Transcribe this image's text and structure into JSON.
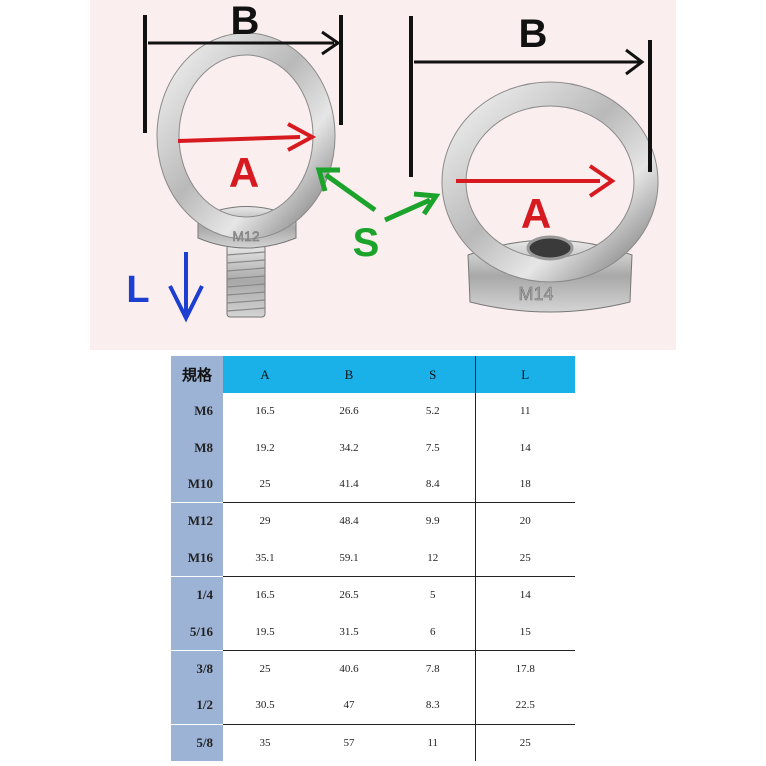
{
  "diagram": {
    "left_eyebolt": {
      "width_label": "B",
      "inner_label": "A",
      "engraving": "M12",
      "length_label": "L"
    },
    "right_eyenut": {
      "width_label": "B",
      "inner_label": "A",
      "engraving": "M14"
    },
    "thickness_label": "S",
    "colors": {
      "dimension_line": "#111111",
      "inner_arrow": "#d71920",
      "thickness_arrow": "#1ba32b",
      "length_arrow": "#1d3fd1",
      "metal_highlight": "#f0f0f0",
      "metal_shadow": "#7d7d7d"
    }
  },
  "table": {
    "headers": [
      "規格",
      "A",
      "B",
      "S",
      "L"
    ],
    "rows": [
      [
        "M6",
        "16.5",
        "26.6",
        "5.2",
        "11"
      ],
      [
        "M8",
        "19.2",
        "34.2",
        "7.5",
        "14"
      ],
      [
        "M10",
        "25",
        "41.4",
        "8.4",
        "18"
      ],
      [
        "M12",
        "29",
        "48.4",
        "9.9",
        "20"
      ],
      [
        "M16",
        "35.1",
        "59.1",
        "12",
        "25"
      ],
      [
        "1/4",
        "16.5",
        "26.5",
        "5",
        "14"
      ],
      [
        "5/16",
        "19.5",
        "31.5",
        "6",
        "15"
      ],
      [
        "3/8",
        "25",
        "40.6",
        "7.8",
        "17.8"
      ],
      [
        "1/2",
        "30.5",
        "47",
        "8.3",
        "22.5"
      ],
      [
        "5/8",
        "35",
        "57",
        "11",
        "25"
      ]
    ],
    "colors": {
      "header_bg": "#1ab0e8",
      "size_column_bg": "#9db3d6",
      "divider": "#222222"
    }
  }
}
